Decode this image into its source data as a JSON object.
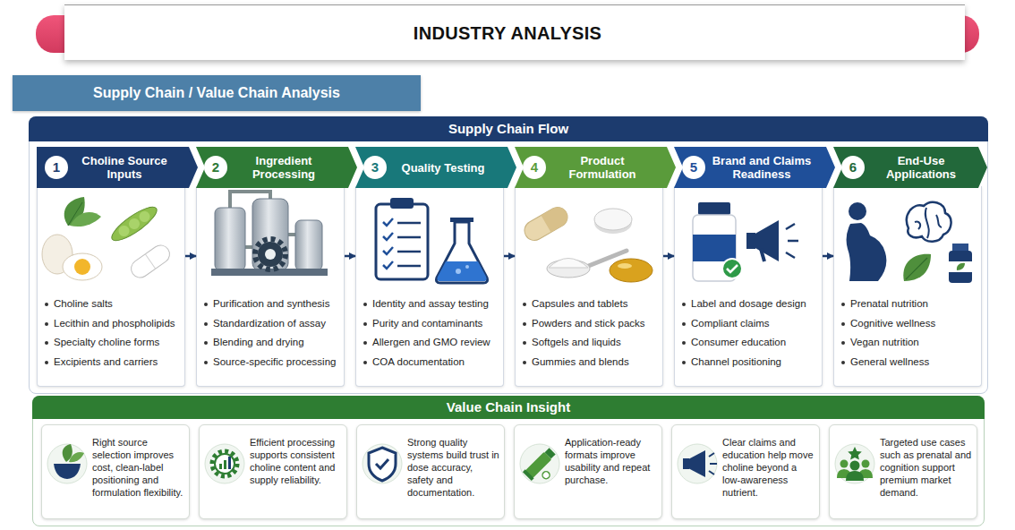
{
  "diagram": {
    "title": "INDUSTRY ANALYSIS",
    "nodes": [
      {
        "text": [
          "Supply Chain / Value Chain Analysis"
        ]
      },
      {
        "text": [
          "Supply Chain Flow"
        ]
      },
      {
        "text": [
          "1",
          "Choline Source Inputs",
          "Choline salts",
          "Lecithin and phospholipids",
          "Specialty choline forms",
          "Excipients and carriers"
        ],
        "in": 1
      },
      {
        "text": [
          "2",
          "Ingredient Processing",
          "Purification and synthesis",
          "Standardization of assay",
          "Blending and drying",
          "Source-specific processing"
        ],
        "in": 1
      },
      {
        "text": [
          "3",
          "Quality Testing",
          "Identity and assay testing",
          "Purity and contaminants",
          "Allergen and GMO review",
          "COA documentation"
        ],
        "in": 1
      },
      {
        "text": [
          "4",
          "Product Formulation",
          "Capsules and tablets",
          "Powders and stick packs",
          "Softgels and liquids",
          "Gummies and blends"
        ],
        "in": 1
      },
      {
        "text": [
          "5",
          "Brand and Claims Readiness",
          "Label and dosage design",
          "Compliant claims",
          "Consumer education",
          "Channel positioning"
        ],
        "in": 1
      },
      {
        "text": [
          "6",
          "End-Use Applications",
          "Prenatal nutrition",
          "Cognitive wellness",
          "Vegan nutrition",
          "General wellness"
        ],
        "in": 1
      },
      {
        "text": [
          "Value Chain Insight"
        ]
      },
      {
        "text": [
          "Right source selection improves cost, clean-label positioning and formulation flexibility."
        ],
        "in": 8
      },
      {
        "text": [
          "Efficient processing supports consistent choline content and supply reliability."
        ],
        "in": 8
      },
      {
        "text": [
          "Strong quality systems build trust in dose accuracy, safety and documentation."
        ],
        "in": 8
      },
      {
        "text": [
          "Application-ready formats improve usability and repeat purchase."
        ],
        "in": 8
      },
      {
        "text": [
          "Clear claims and education help move choline beyond a low-awareness nutrient."
        ],
        "in": 8
      },
      {
        "text": [
          "Targeted use cases such as prenatal and cognition support premium market demand."
        ],
        "in": 8
      }
    ],
    "edges": [
      {
        "from": 2,
        "to": 3,
        "arrow": "to"
      },
      {
        "from": 3,
        "to": 4,
        "arrow": "to"
      },
      {
        "from": 4,
        "to": 5,
        "arrow": "to"
      },
      {
        "from": 5,
        "to": 6,
        "arrow": "to"
      },
      {
        "from": 6,
        "to": 7,
        "arrow": "to"
      }
    ]
  }
}
